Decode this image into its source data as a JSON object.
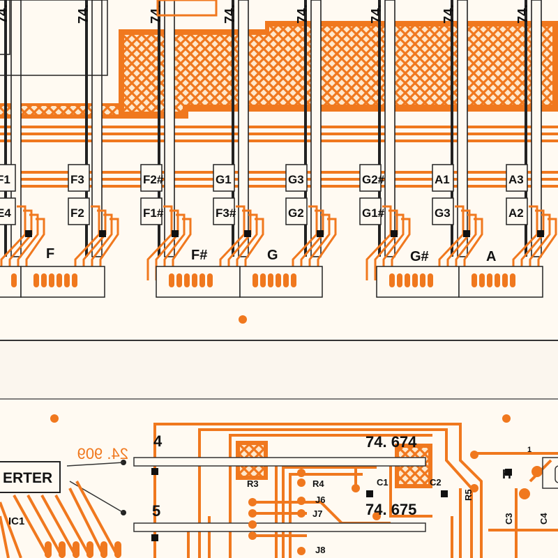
{
  "colors": {
    "trace": "#f0781e",
    "ink": "#111111",
    "paper": "#fffaf2"
  },
  "top_board": {
    "chip_labels": [
      "74.",
      "74.",
      "74.",
      "74.",
      "74.",
      "74.",
      "74.",
      "74."
    ],
    "key_labels": [
      "F1",
      "E4",
      "F3",
      "F2",
      "F2#",
      "F1#",
      "G1",
      "F3#",
      "G3",
      "G2",
      "G2#",
      "G1#",
      "A1",
      "G3",
      "A3",
      "A2"
    ],
    "group_labels": [
      "F",
      "F#",
      "G",
      "G#",
      "A"
    ]
  },
  "bottom_board": {
    "title_74_674": "74. 674",
    "title_74_675": "74. 675",
    "mirrored_number": "24. 909",
    "label_4": "4",
    "label_5": "5",
    "converter_label": "ERTER",
    "ic_label": "IC1",
    "components": [
      "R3",
      "R4",
      "C1",
      "C2",
      "J6",
      "J7",
      "J8",
      "R5",
      "C3",
      "C4",
      "H",
      "1"
    ]
  }
}
